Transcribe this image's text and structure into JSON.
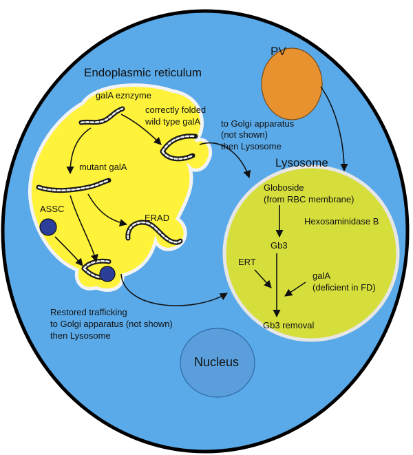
{
  "labels": {
    "er": "Endoplasmic reticulum",
    "pv": "PV",
    "gala_enzyme": "galA eznzyme",
    "correctly_folded": [
      "correctly folded",
      "wild type galA"
    ],
    "to_golgi": [
      "to Golgi apparatus",
      "(not shown)",
      "then Lysosome"
    ],
    "lysosome": "Lysosome",
    "mutant_gala": "mutant galA",
    "assc": "ASSC",
    "erad": "ERAD",
    "globoside": [
      "Globoside",
      "(from RBC membrane)"
    ],
    "hexosaminidase": "Hexosaminidase B",
    "gb3": "Gb3",
    "ert": "ERT",
    "gala_deficient": [
      "galA",
      "(deficient in FD)"
    ],
    "gb3_removal": "Gb3 removal",
    "restored": [
      "Restored trafficking",
      "to Golgi apparatus (not shown)",
      "then Lysosome"
    ],
    "nucleus": "Nucleus"
  },
  "colors": {
    "cell": "#5aaaea",
    "er": "#fef33a",
    "lysosome": "#d6de3c",
    "pv": "#e8912f",
    "nucleus": "#5a9fdc",
    "assc": "#2b3f9a"
  }
}
